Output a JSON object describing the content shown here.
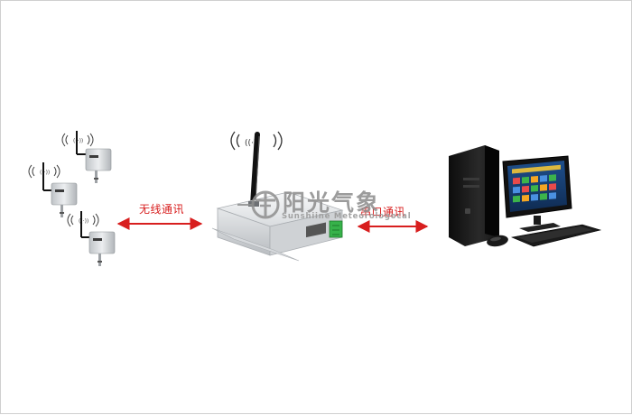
{
  "links": {
    "wireless_label": "无线通讯",
    "serial_label": "串口通讯"
  },
  "watermark": {
    "name_cn": "阳光气象",
    "name_en": "Sunshiine Meteorologocal"
  },
  "colors": {
    "arrow": "#d81e1e",
    "label": "#d81e1e",
    "watermark": "#8f8f8f"
  },
  "icons": [
    "wireless-signal-icon",
    "sensor-device-icon",
    "gateway-device-icon",
    "desktop-computer-icon",
    "brand-logo-icon"
  ]
}
